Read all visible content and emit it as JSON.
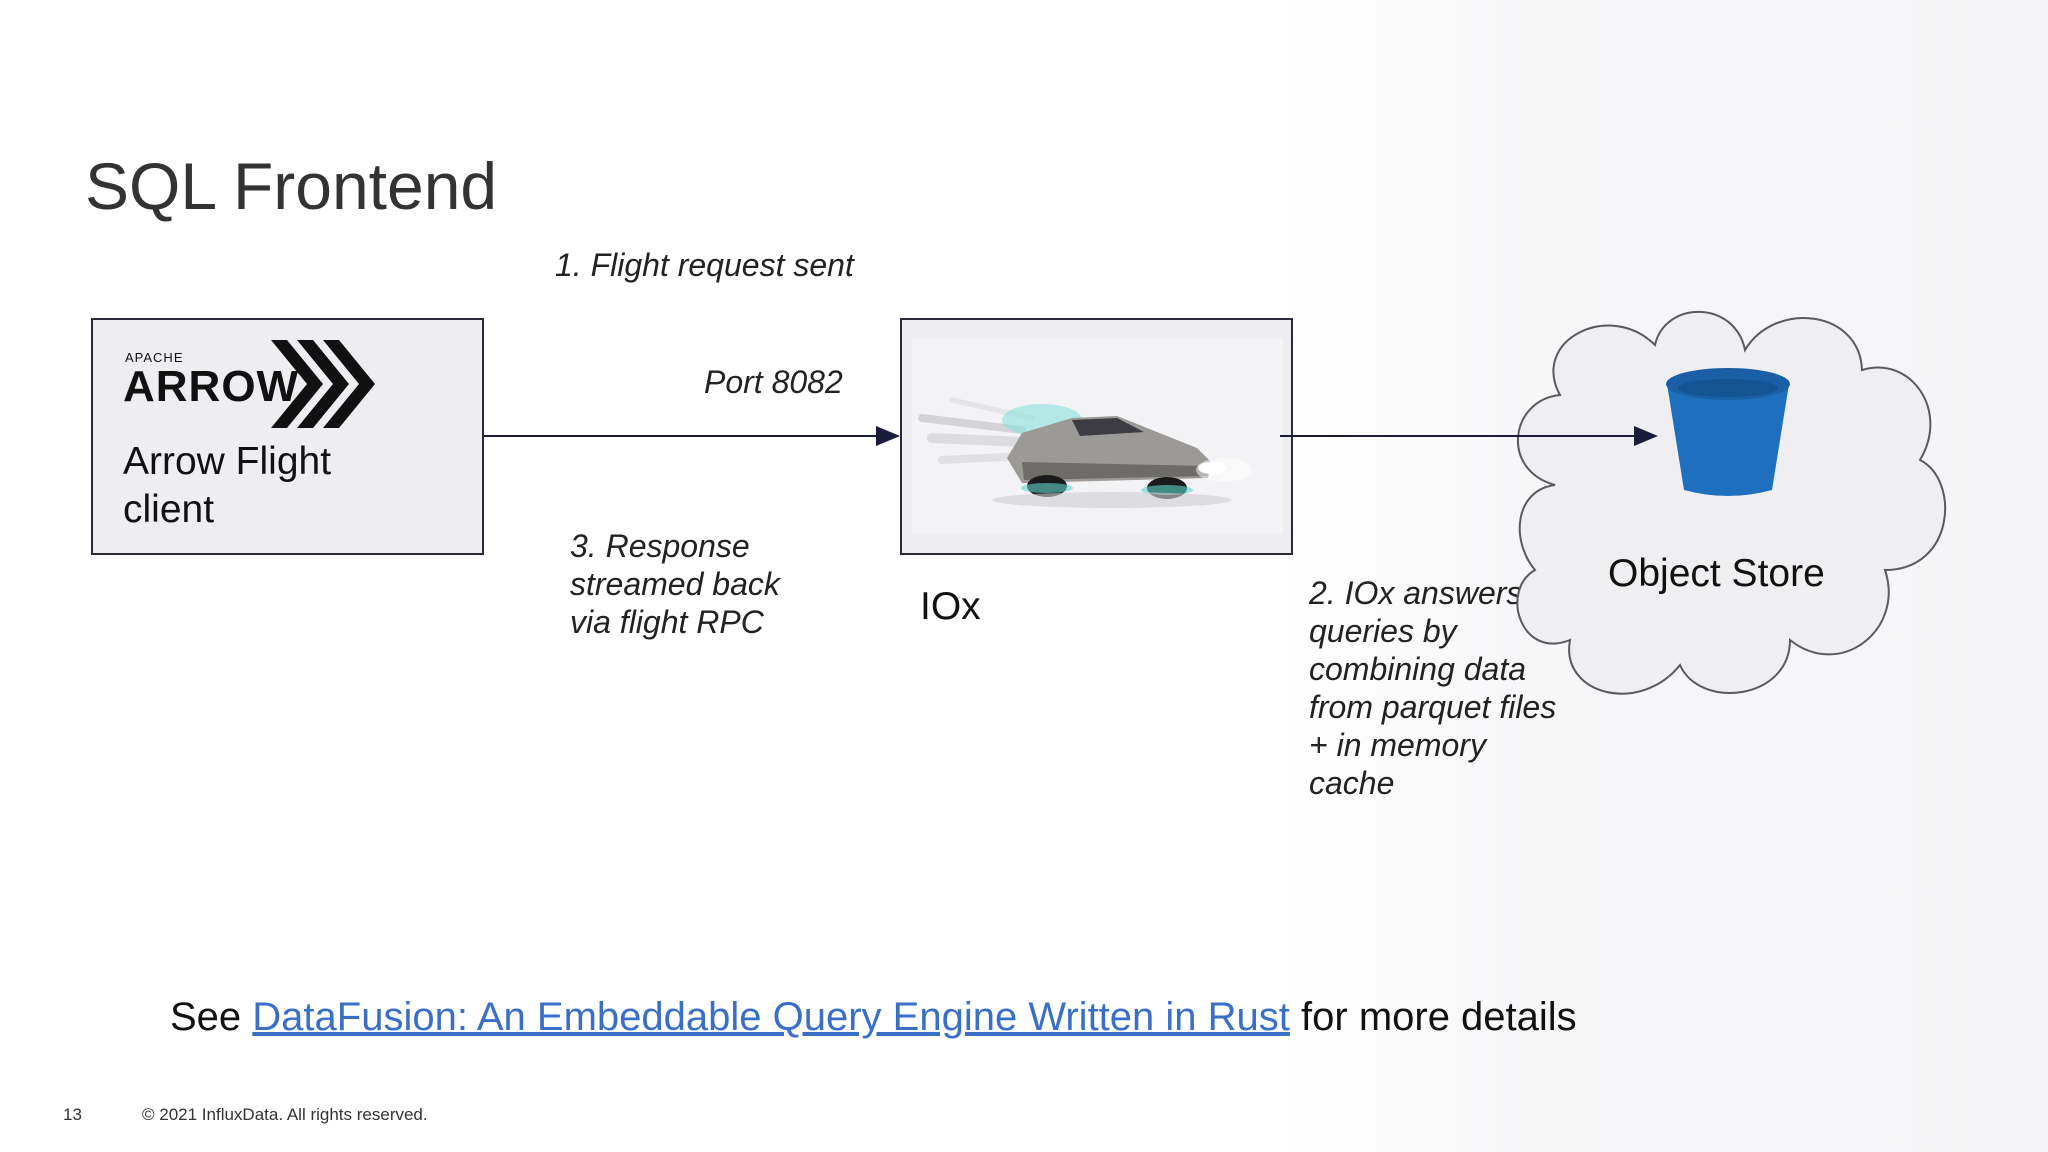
{
  "slide": {
    "title": "SQL Frontend",
    "client": {
      "logo_small": "APACHE",
      "logo_large": "ARROW",
      "label_line1": "Arrow Flight",
      "label_line2": "client"
    },
    "server": {
      "label": "IOx"
    },
    "store": {
      "label": "Object Store",
      "icon": "bucket-icon"
    },
    "steps": {
      "request": "1. Flight request sent",
      "port": "Port 8082",
      "response": [
        "3. Response",
        "streamed back",
        "via flight RPC"
      ],
      "answers": [
        "2. IOx answers",
        "queries by",
        "combining data",
        "from parquet files",
        "+ in memory",
        "cache"
      ]
    },
    "footer": {
      "prefix": "See ",
      "link_text": "DataFusion: An Embeddable Query Engine Written in Rust",
      "suffix": " for more details",
      "page_number": "13",
      "copyright": "© 2021 InfluxData. All rights reserved."
    },
    "colors": {
      "link": "#3a6fc8",
      "bucket": "#1f6fbf",
      "box_border": "#2a2a3c"
    }
  }
}
